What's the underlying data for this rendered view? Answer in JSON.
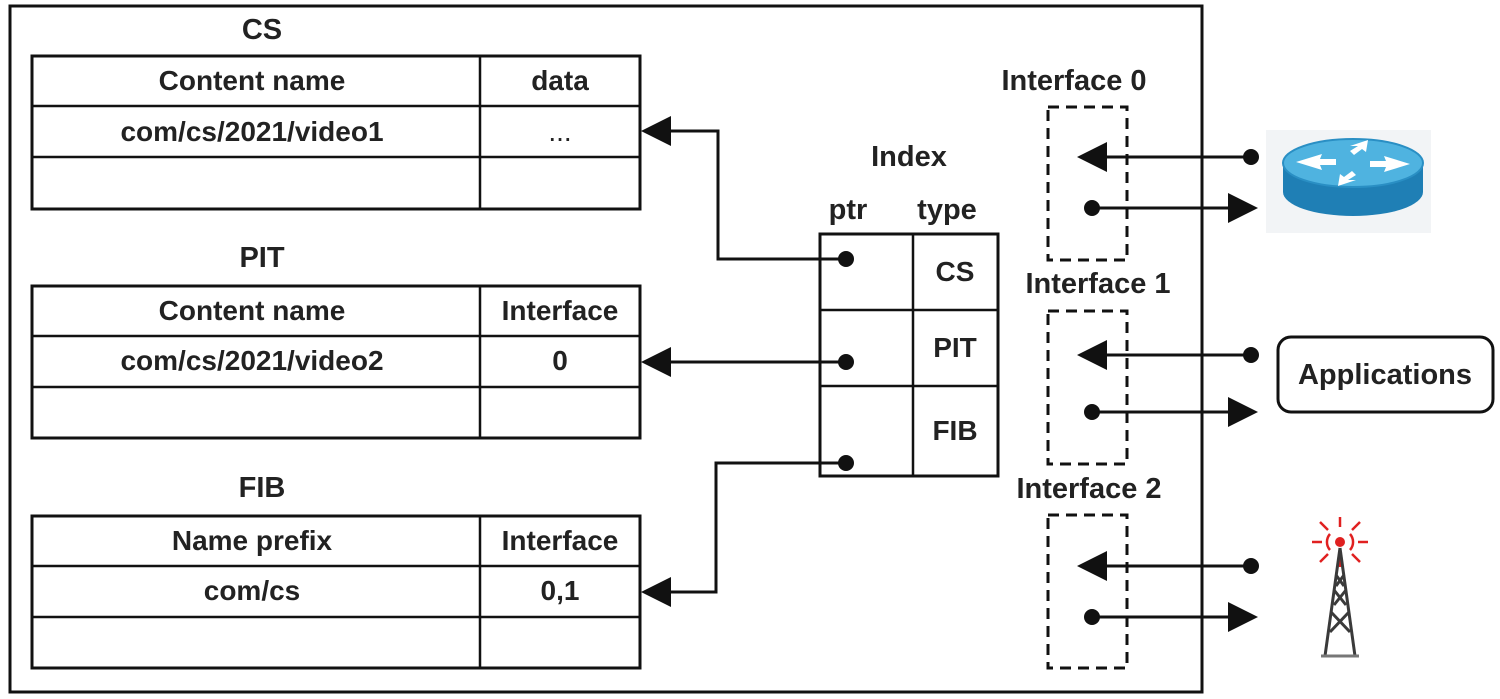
{
  "tables": {
    "cs": {
      "title": "CS",
      "headers": [
        "Content name",
        "data"
      ],
      "rows": [
        [
          "com/cs/2021/video1",
          "..."
        ],
        [
          "",
          ""
        ]
      ]
    },
    "pit": {
      "title": "PIT",
      "headers": [
        "Content name",
        "Interface"
      ],
      "rows": [
        [
          "com/cs/2021/video2",
          "0"
        ],
        [
          "",
          ""
        ]
      ]
    },
    "fib": {
      "title": "FIB",
      "headers": [
        "Name prefix",
        "Interface"
      ],
      "rows": [
        [
          "com/cs",
          "0,1"
        ],
        [
          "",
          ""
        ]
      ]
    }
  },
  "index": {
    "title": "Index",
    "col_ptr": "ptr",
    "col_type": "type",
    "types": [
      "CS",
      "PIT",
      "FIB"
    ]
  },
  "interfaces": [
    {
      "label": "Interface 0",
      "device": "router-icon"
    },
    {
      "label": "Interface 1",
      "device": "applications-box"
    },
    {
      "label": "Interface 2",
      "device": "radio-tower-icon"
    }
  ],
  "applications_label": "Applications",
  "colors": {
    "line": "#111111",
    "text": "#222222",
    "router_blue": "#1f7fb5",
    "router_light": "#4fb3e0",
    "tower_red": "#e02020"
  }
}
